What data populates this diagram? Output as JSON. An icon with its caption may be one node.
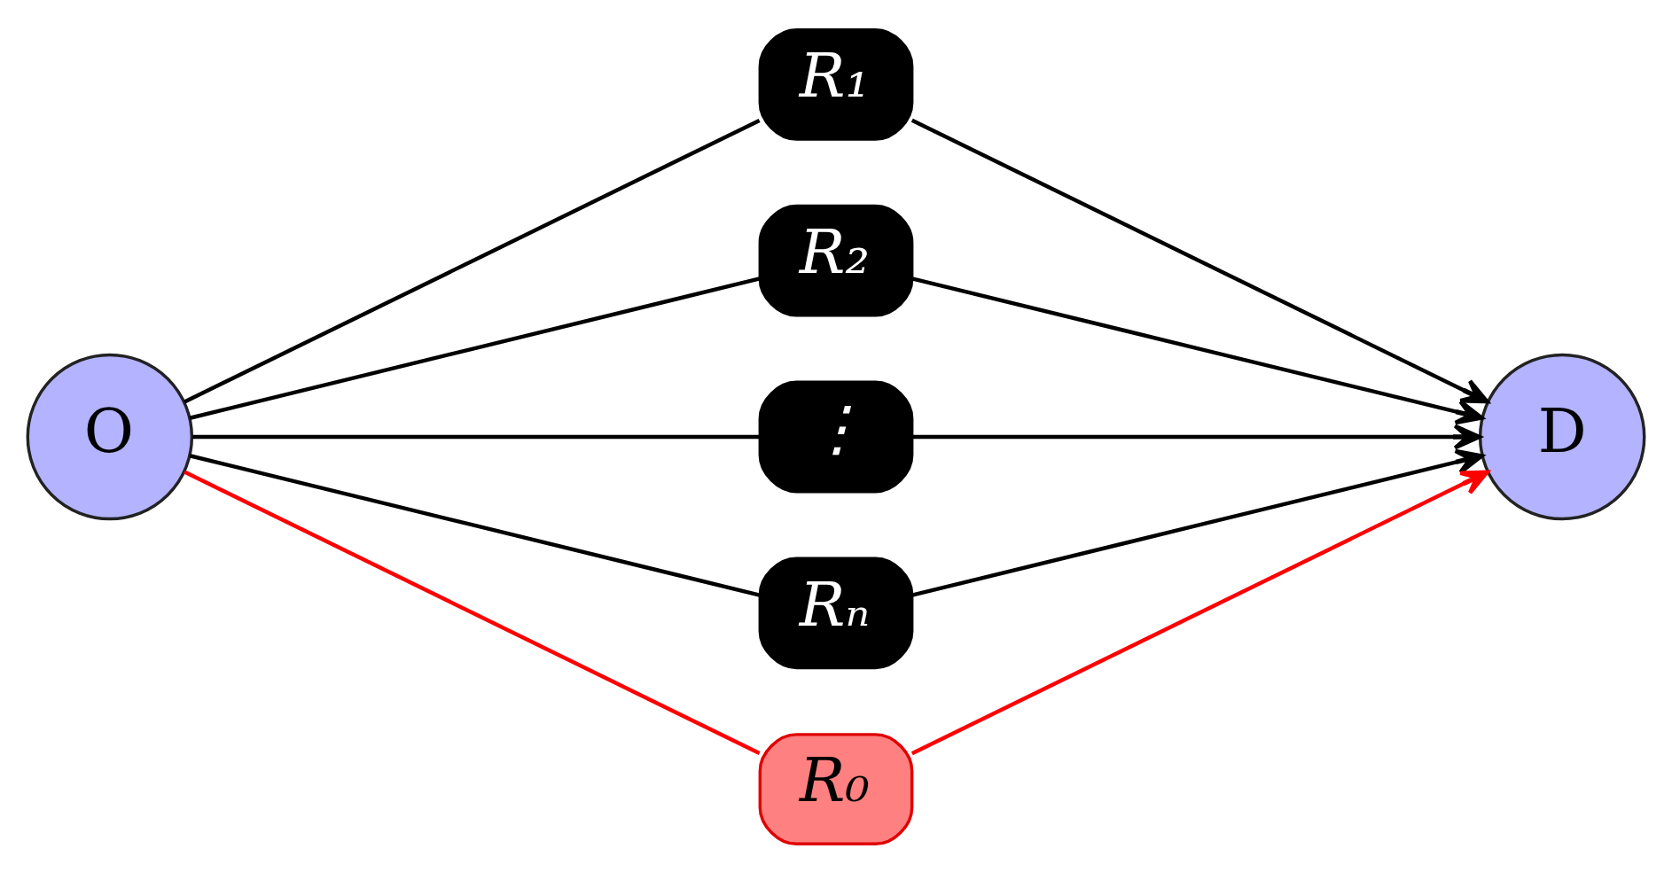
{
  "diagram": {
    "nodes": [
      {
        "text": [
          "O"
        ]
      },
      {
        "text": [
          "R₁"
        ]
      },
      {
        "text": [
          "R₂"
        ]
      },
      {
        "text": [
          "⋮"
        ]
      },
      {
        "text": [
          "Rₙ"
        ]
      },
      {
        "text": [
          "R₀"
        ]
      },
      {
        "text": [
          "D"
        ]
      }
    ],
    "edges": [
      {
        "from": 0,
        "to": 1,
        "arrow": "none"
      },
      {
        "from": 1,
        "to": 6,
        "arrow": "to"
      },
      {
        "from": 0,
        "to": 2,
        "arrow": "none"
      },
      {
        "from": 2,
        "to": 6,
        "arrow": "to"
      },
      {
        "from": 0,
        "to": 3,
        "arrow": "none"
      },
      {
        "from": 3,
        "to": 6,
        "arrow": "to"
      },
      {
        "from": 0,
        "to": 4,
        "arrow": "none"
      },
      {
        "from": 4,
        "to": 6,
        "arrow": "to"
      },
      {
        "from": 0,
        "to": 5,
        "arrow": "none",
        "color": "#ff0000"
      },
      {
        "from": 5,
        "to": 6,
        "arrow": "to",
        "color": "#ff0000"
      }
    ]
  }
}
